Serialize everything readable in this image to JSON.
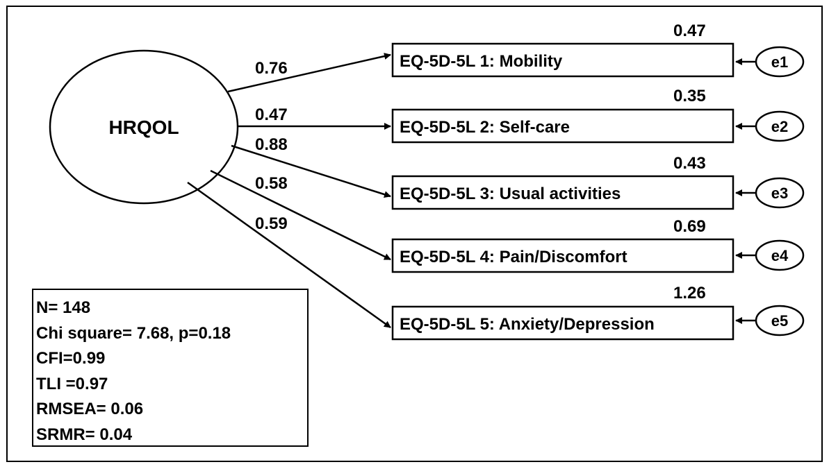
{
  "latent": {
    "label": "HRQOL"
  },
  "indicators": [
    {
      "label": "EQ-5D-5L 1: Mobility",
      "loading": "0.76",
      "error_variance": "0.47",
      "error": "e1"
    },
    {
      "label": "EQ-5D-5L 2: Self-care",
      "loading": "0.47",
      "error_variance": "0.35",
      "error": "e2"
    },
    {
      "label": "EQ-5D-5L 3: Usual activities",
      "loading": "0.88",
      "error_variance": "0.43",
      "error": "e3"
    },
    {
      "label": "EQ-5D-5L 4: Pain/Discomfort",
      "loading": "0.58",
      "error_variance": "0.69",
      "error": "e4"
    },
    {
      "label": "EQ-5D-5L 5: Anxiety/Depression",
      "loading": "0.59",
      "error_variance": "1.26",
      "error": "e5"
    }
  ],
  "fit_stats": [
    "N= 148",
    "Chi square= 7.68, p=0.18",
    "CFI=0.99",
    "TLI =0.97",
    "RMSEA= 0.06",
    "SRMR= 0.04"
  ]
}
